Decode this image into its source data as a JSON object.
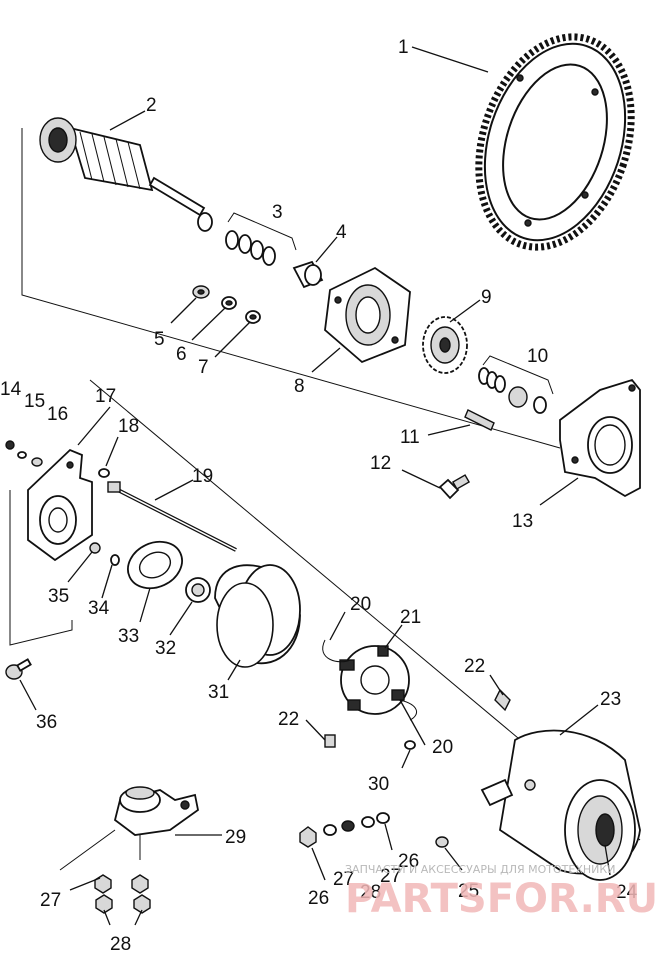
{
  "callouts": {
    "c1": "1",
    "c2": "2",
    "c3": "3",
    "c4": "4",
    "c5": "5",
    "c6": "6",
    "c7": "7",
    "c8": "8",
    "c9": "9",
    "c10": "10",
    "c11": "11",
    "c12": "12",
    "c13": "13",
    "c14": "14",
    "c15": "15",
    "c16": "16",
    "c17": "17",
    "c18": "18",
    "c19": "19",
    "c20a": "20",
    "c20b": "20",
    "c21": "21",
    "c22a": "22",
    "c22b": "22",
    "c23": "23",
    "c24": "24",
    "c25": "25",
    "c26a": "26",
    "c26b": "26",
    "c27a": "27",
    "c27b": "27",
    "c27c": "27",
    "c28a": "28",
    "c28b": "28",
    "c29": "29",
    "c30": "30",
    "c31": "31",
    "c32": "32",
    "c33": "33",
    "c34": "34",
    "c35": "35",
    "c36": "36"
  },
  "watermark": {
    "tagline": "ЗАПЧАСТИ И АКСЕССУАРЫ ДЛЯ МОТОТЕХНИКИ",
    "brand": "PARTSFOR.RU"
  }
}
